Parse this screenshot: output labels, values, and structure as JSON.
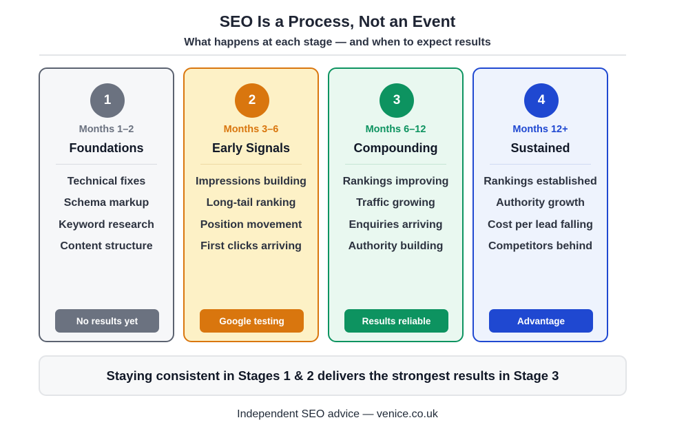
{
  "header": {
    "title": "SEO Is a Process, Not an Event",
    "subtitle": "What happens at each stage — and when to expect results"
  },
  "stages": [
    {
      "number": "1",
      "months": "Months 1–2",
      "name": "Foundations",
      "items": [
        "Technical fixes",
        "Schema markup",
        "Keyword research",
        "Content structure"
      ],
      "status": "No results yet",
      "color": "#6b7280",
      "months_color": "#6b7280"
    },
    {
      "number": "2",
      "months": "Months 3–6",
      "name": "Early Signals",
      "items": [
        "Impressions building",
        "Long-tail ranking",
        "Position movement",
        "First clicks arriving"
      ],
      "status": "Google testing",
      "color": "#d9760e",
      "months_color": "#d9760e"
    },
    {
      "number": "3",
      "months": "Months 6–12",
      "name": "Compounding",
      "items": [
        "Rankings improving",
        "Traffic growing",
        "Enquiries arriving",
        "Authority building"
      ],
      "status": "Results reliable",
      "color": "#0d9360",
      "months_color": "#0d9360"
    },
    {
      "number": "4",
      "months": "Months 12+",
      "name": "Sustained",
      "items": [
        "Rankings established",
        "Authority growth",
        "Cost per lead falling",
        "Competitors behind"
      ],
      "status": "Advantage",
      "color": "#1f48d1",
      "months_color": "#1f48d1"
    }
  ],
  "callout": "Staying consistent in Stages 1 & 2 delivers the strongest results in Stage 3",
  "footer": "Independent SEO advice — venice.co.uk"
}
